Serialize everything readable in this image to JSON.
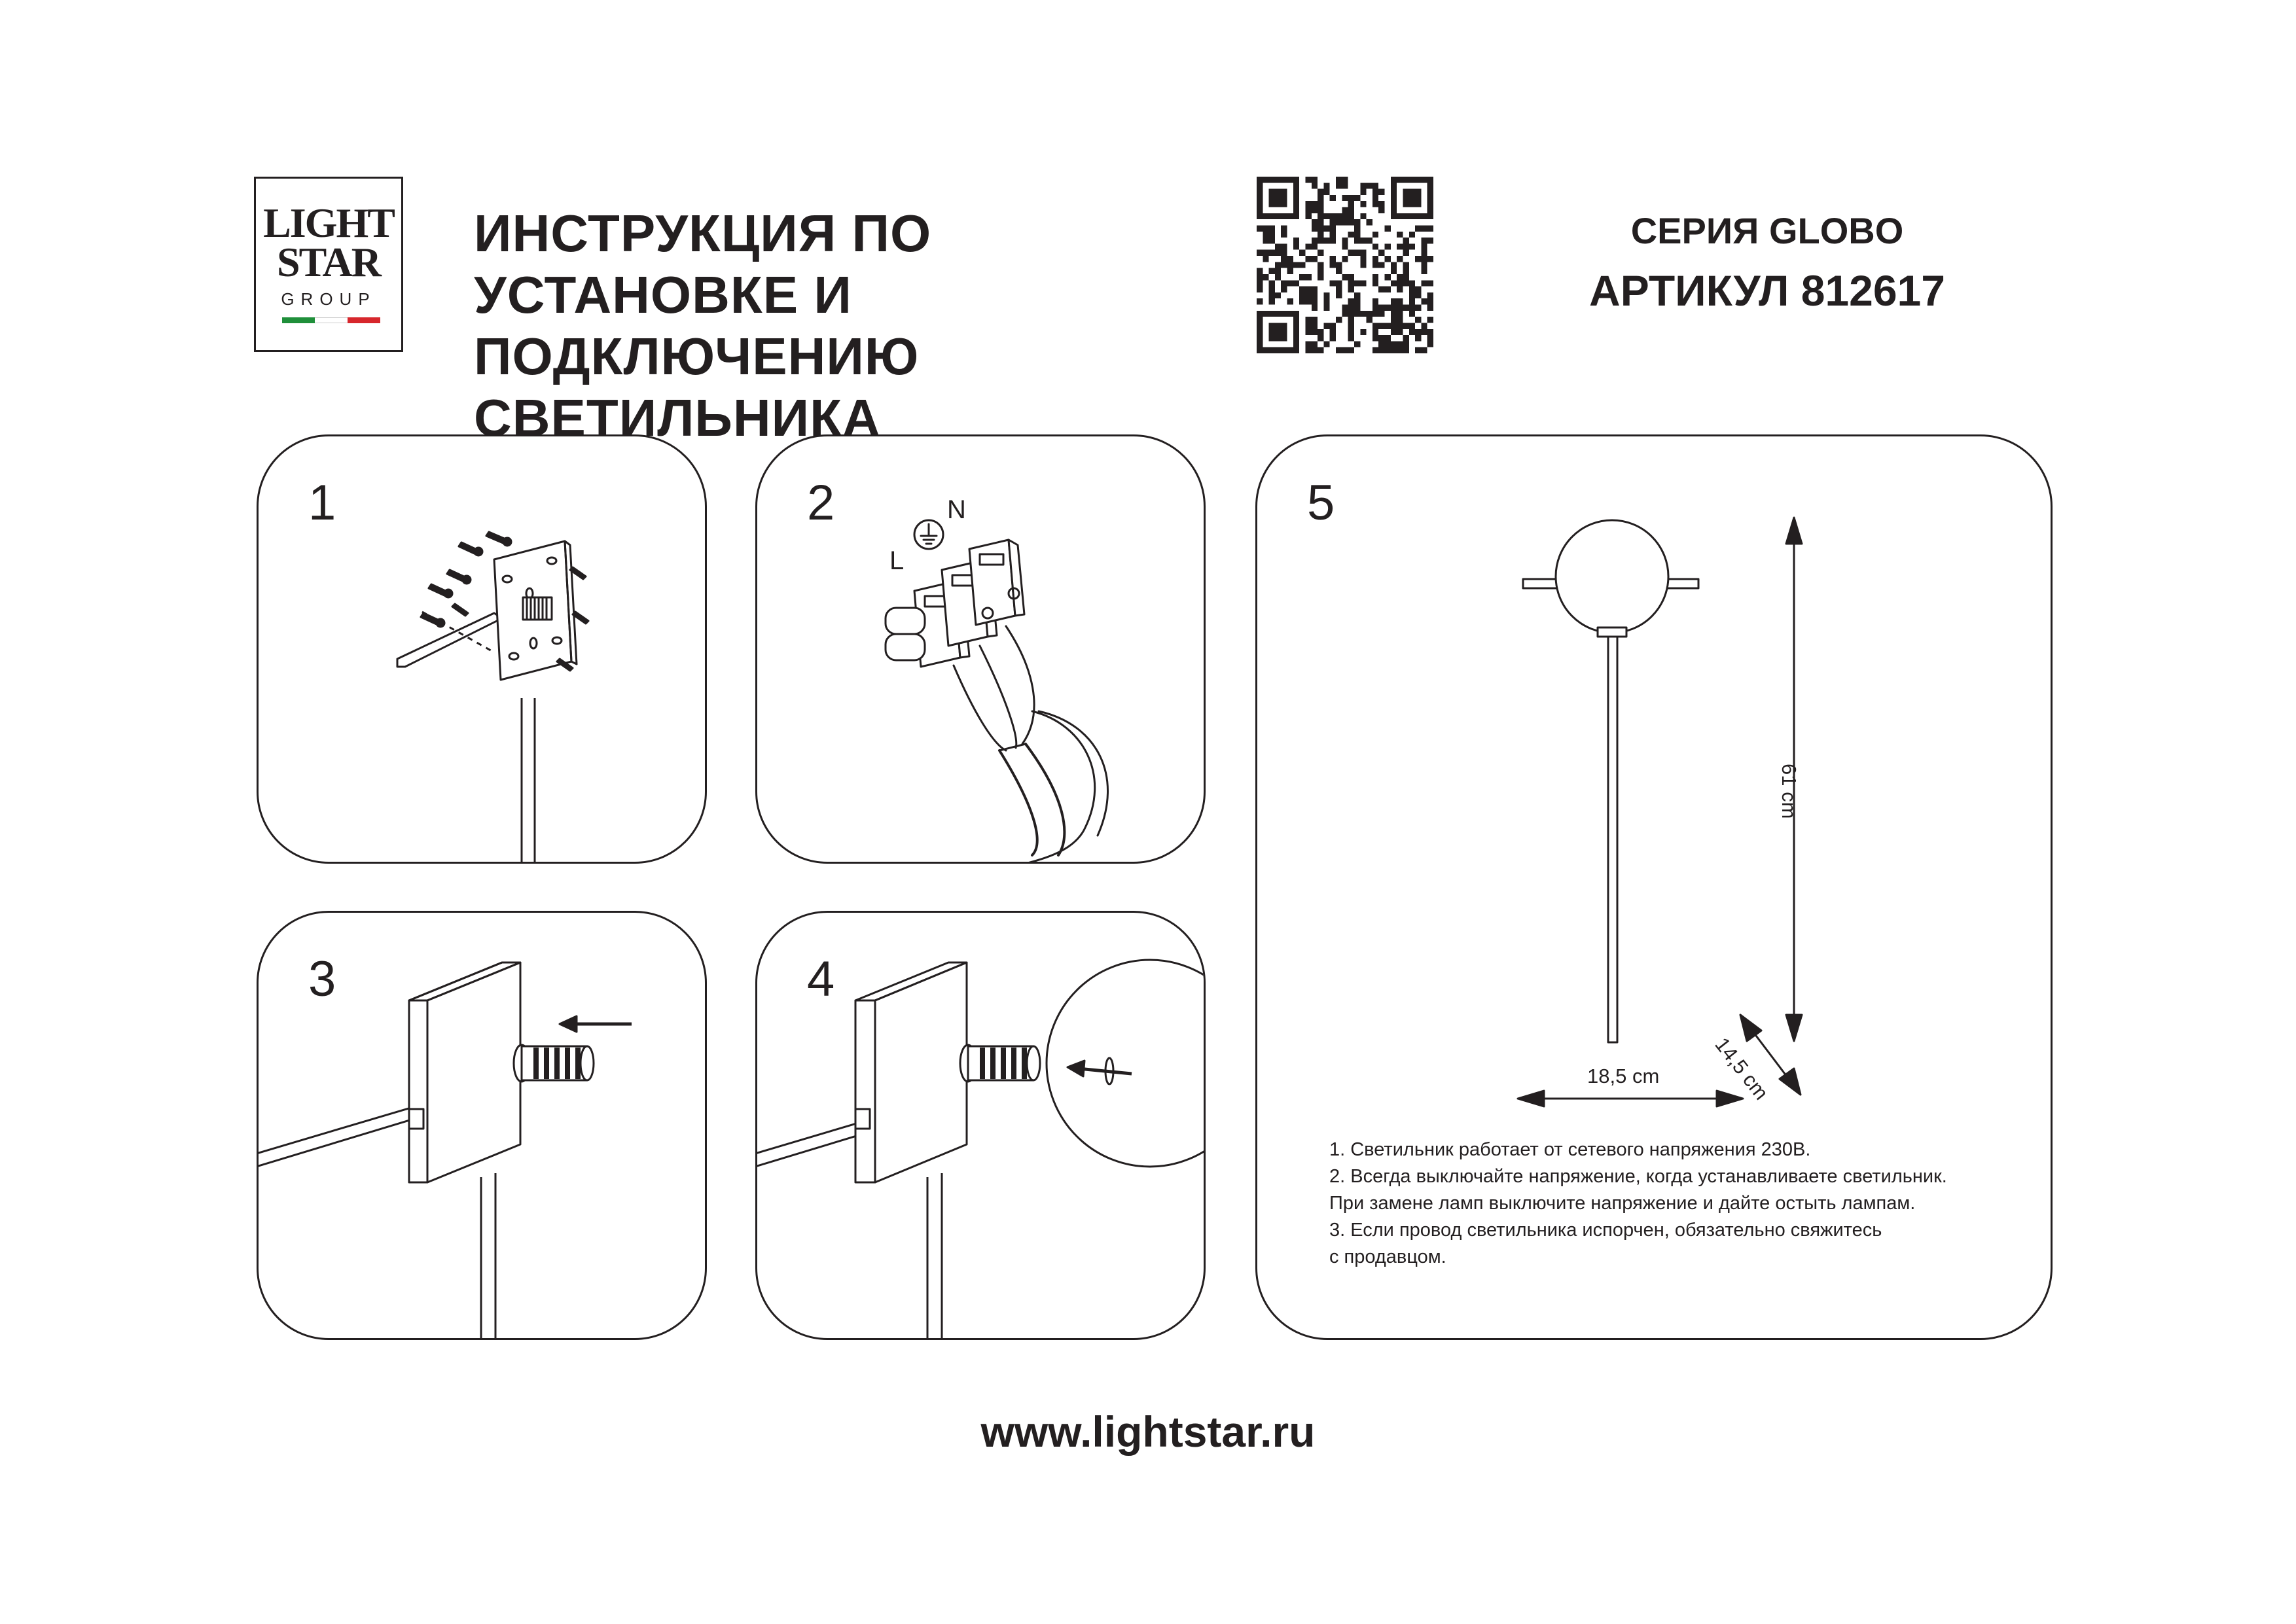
{
  "logo": {
    "line1": "LIGHT",
    "line2": "STAR",
    "line3": "GROUP",
    "flag_colors": [
      "#1f8f3a",
      "#ffffff",
      "#d7262c"
    ]
  },
  "header": {
    "title_line1": "ИНСТРУКЦИЯ ПО УСТАНОВКЕ И",
    "title_line2": "ПОДКЛЮЧЕНИЮ СВЕТИЛЬНИКА",
    "series": "СЕРИЯ GLOBO",
    "article": "АРТИКУЛ 812617"
  },
  "panels": {
    "p1": {
      "number": "1"
    },
    "p2": {
      "number": "2",
      "label_n": "N",
      "label_l": "L"
    },
    "p3": {
      "number": "3"
    },
    "p4": {
      "number": "4"
    },
    "p5": {
      "number": "5",
      "dim_height": "61 cm",
      "dim_width": "18,5 cm",
      "dim_depth": "14,5 cm",
      "notes": [
        "1. Светильник работает от сетевого напряжения 230В.",
        "2. Всегда выключайте напряжение, когда устанавливаете светильник.",
        "При замене ламп выключите напряжение и дайте остыть лампам.",
        "3. Если провод светильника испорчен, обязательно свяжитесь",
        "с продавцом."
      ]
    }
  },
  "footer": {
    "website": "www.lightstar.ru"
  },
  "colors": {
    "ink": "#231f20",
    "background": "#ffffff"
  }
}
